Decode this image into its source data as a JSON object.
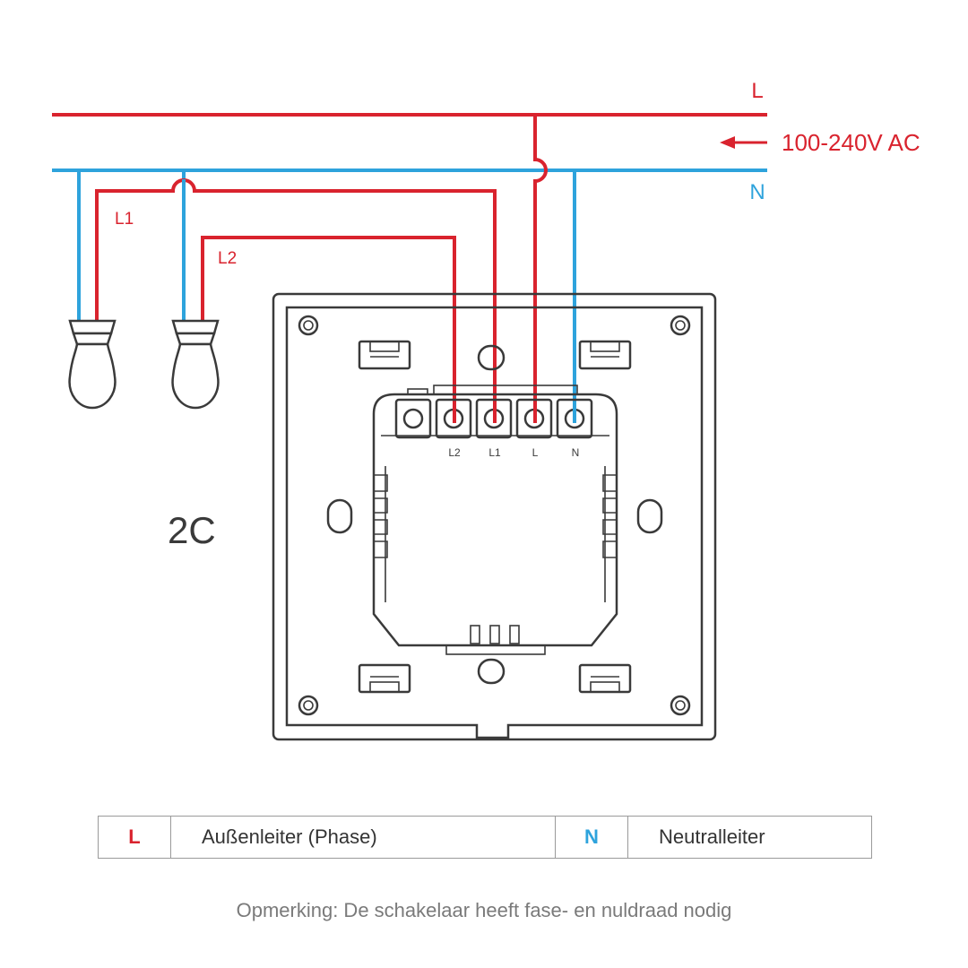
{
  "labels": {
    "line_L": "L",
    "line_N": "N",
    "supply": "100-240V AC",
    "load_L1": "L1",
    "load_L2": "L2",
    "model": "2C"
  },
  "terminals": [
    "L2",
    "L1",
    "L",
    "N"
  ],
  "legend": [
    {
      "code": "L",
      "description": "Außenleiter (Phase)"
    },
    {
      "code": "N",
      "description": "Neutralleiter"
    }
  ],
  "note": "Opmerking: De schakelaar heeft fase- en nuldraad nodig",
  "colors": {
    "phase": "#d9232e",
    "neutral": "#2ea3dc",
    "outline": "#3a3a3a"
  }
}
